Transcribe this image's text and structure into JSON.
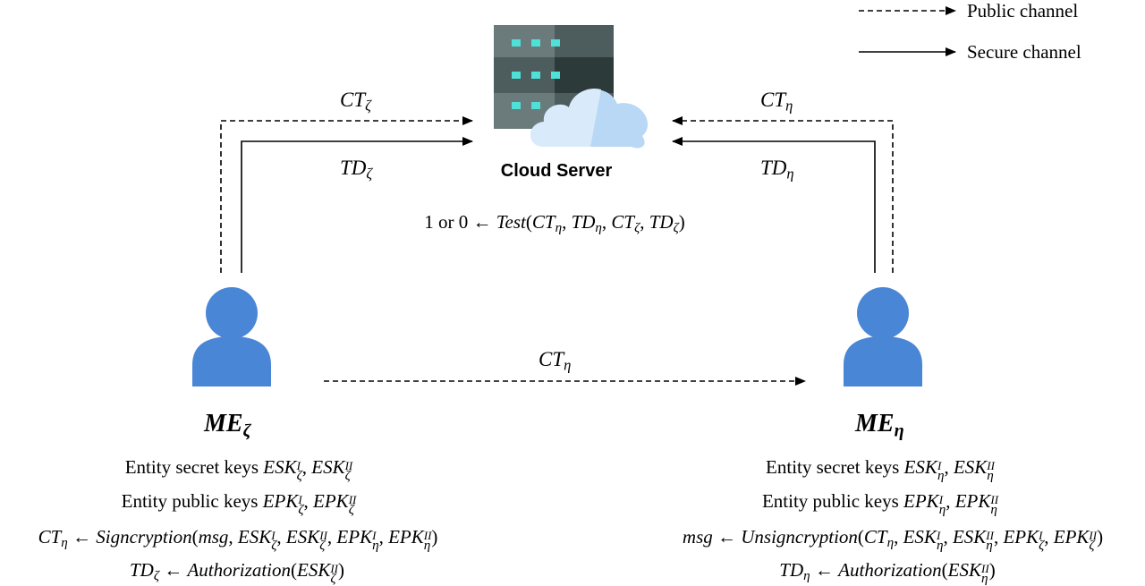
{
  "legend": {
    "public": "Public channel",
    "secure": "Secure channel"
  },
  "server": {
    "label": "Cloud Server",
    "test": {
      "prefix": "1 or 0 ←",
      "fn": "Test",
      "open": "(",
      "a1": "CT",
      "s1": "η",
      "a2": "TD",
      "s2": "η",
      "a3": "CT",
      "s3": "ζ",
      "a4": "TD",
      "s4": "ζ",
      "comma": ",",
      "close": ")"
    }
  },
  "arrows": {
    "left_ct": "CT",
    "left_ct_sub": "ζ",
    "left_td": "TD",
    "left_td_sub": "ζ",
    "right_ct": "CT",
    "right_ct_sub": "η",
    "right_td": "TD",
    "right_td_sub": "η",
    "mid_ct": "CT",
    "mid_ct_sub": "η"
  },
  "me_left": {
    "name": "ME",
    "sub": "ζ",
    "esk_label": "Entity secret keys",
    "epk_label": "Entity public keys",
    "ESK": "ESK",
    "EPK": "EPK",
    "I": "I",
    "II": "II",
    "zeta": "ζ",
    "eta": "η",
    "sign_lhs": "CT",
    "arrow": "←",
    "sign_fn": "Signcryption",
    "msg": "msg",
    "td_lhs": "TD",
    "auth_fn": "Authorization",
    "open": "(",
    "close": ")",
    "comma": ","
  },
  "me_right": {
    "name": "ME",
    "sub": "η",
    "esk_label": "Entity secret keys",
    "epk_label": "Entity public keys",
    "ESK": "ESK",
    "EPK": "EPK",
    "I": "I",
    "II": "II",
    "zeta": "ζ",
    "eta": "η",
    "msg": "msg",
    "arrow": "←",
    "unsign_fn": "Unsigncryption",
    "ct": "CT",
    "td_lhs": "TD",
    "auth_fn": "Authorization",
    "open": "(",
    "close": ")",
    "comma": ","
  },
  "colors": {
    "person": "#4a86d6",
    "server_dark": "#2d3a3a",
    "server_mid": "#4d5c5c",
    "server_light": "#6b7b7b",
    "led": "#4fe0d8",
    "cloud": "#b8d8f5",
    "cloud_light": "#d9ebfa"
  },
  "icons": [
    "server-icon",
    "cloud-icon",
    "person-icon"
  ]
}
